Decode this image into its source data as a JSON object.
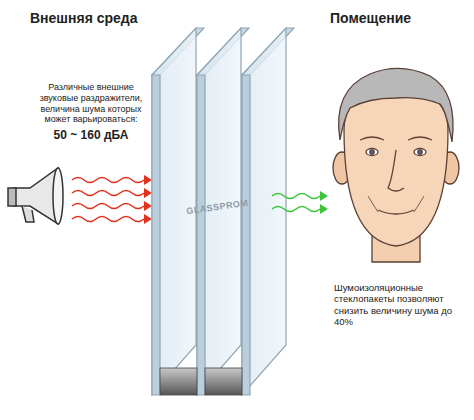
{
  "diagram": {
    "labels": [
      "Внешняя среда",
      "Помещение",
      "Различные внешние звуковые раздражители, величина шума которых может варьироваться:",
      "50 ~ 160 дБА",
      "Шумоизоляционные стеклопакеты позволяют снизить величину шума до 40%",
      "GLASSPROM"
    ]
  }
}
